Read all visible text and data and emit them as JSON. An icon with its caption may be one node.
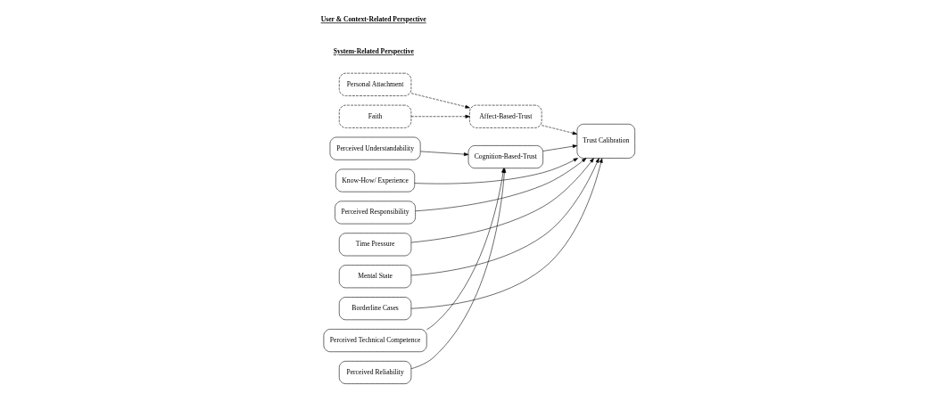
{
  "diagram": {
    "nodes": [
      {
        "text": [
          "Perceived Understandability"
        ]
      },
      {
        "text": [
          "Perceived Technical Competence"
        ]
      },
      {
        "text": [
          "Perceived Reliability"
        ]
      },
      {
        "text": [
          "Personal Attachment"
        ]
      },
      {
        "text": [
          "Faith"
        ]
      },
      {
        "text": [
          "Cognition-Based-Trust"
        ]
      },
      {
        "text": [
          "Affect-Based-Trust"
        ]
      },
      {
        "text": [
          "Trust Calibration"
        ]
      },
      {
        "text": [
          "Know-How/ Experience"
        ]
      },
      {
        "text": [
          "Perceived Responsibility"
        ]
      },
      {
        "text": [
          "Time Pressure"
        ]
      },
      {
        "text": [
          "Mental State"
        ]
      },
      {
        "text": [
          "Borderline Cases"
        ]
      }
    ],
    "edges": [
      {
        "from": 0,
        "to": 5,
        "arrow": "to"
      },
      {
        "from": 1,
        "to": 5,
        "arrow": "to"
      },
      {
        "from": 2,
        "to": 5,
        "arrow": "to"
      },
      {
        "from": 3,
        "to": 6,
        "arrow": "to",
        "style": "dashed"
      },
      {
        "from": 4,
        "to": 6,
        "arrow": "to",
        "style": "dashed"
      },
      {
        "from": 5,
        "to": 7,
        "arrow": "to"
      },
      {
        "from": 6,
        "to": 7,
        "arrow": "to",
        "style": "dashed"
      },
      {
        "from": 8,
        "to": 7,
        "arrow": "to"
      },
      {
        "from": 9,
        "to": 7,
        "arrow": "to"
      },
      {
        "from": 10,
        "to": 7,
        "arrow": "to"
      },
      {
        "from": 11,
        "to": 7,
        "arrow": "to"
      },
      {
        "from": 12,
        "to": 7,
        "arrow": "to"
      }
    ],
    "labels": [
      "System-Related Perspective",
      "User & Context-Related Perspective"
    ]
  }
}
